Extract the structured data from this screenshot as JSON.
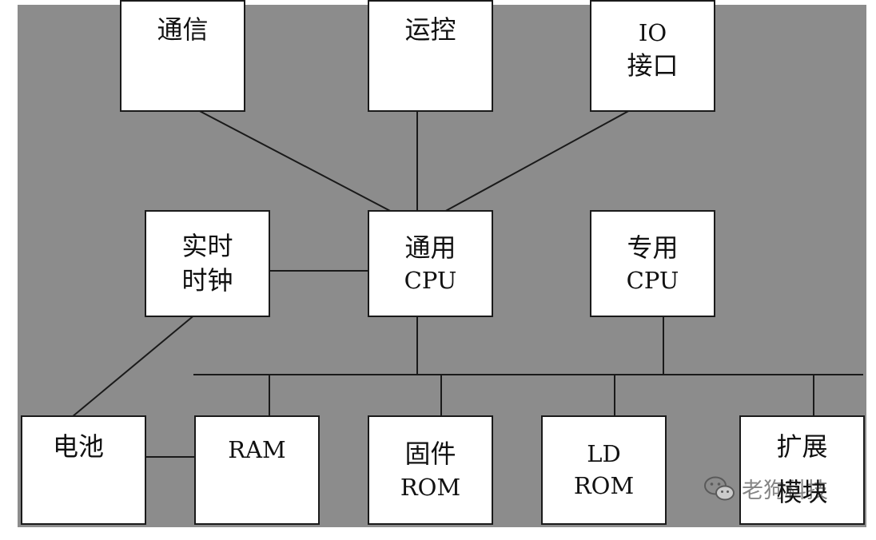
{
  "diagram": {
    "nodes": {
      "comm": {
        "lines": [
          "通信"
        ]
      },
      "motion": {
        "lines": [
          "运控"
        ]
      },
      "io": {
        "lines": [
          "IO",
          "接口"
        ]
      },
      "rtc": {
        "lines": [
          "实时",
          "时钟"
        ]
      },
      "gcpu": {
        "lines": [
          "通用",
          "CPU"
        ]
      },
      "scpu": {
        "lines": [
          "专用",
          "CPU"
        ]
      },
      "battery": {
        "lines": [
          "电池"
        ]
      },
      "ram": {
        "lines": [
          "RAM"
        ]
      },
      "fw_rom": {
        "lines": [
          "固件",
          "ROM"
        ]
      },
      "ld_rom": {
        "lines": [
          "LD",
          "ROM"
        ]
      },
      "expansion": {
        "lines": [
          "扩展",
          "模块"
        ]
      }
    }
  },
  "watermark": {
    "text": "老狗科技",
    "icon": "wechat-icon"
  },
  "colors": {
    "background": "#8c8c8c",
    "box": "#ffffff",
    "line": "#1a1a1a"
  }
}
